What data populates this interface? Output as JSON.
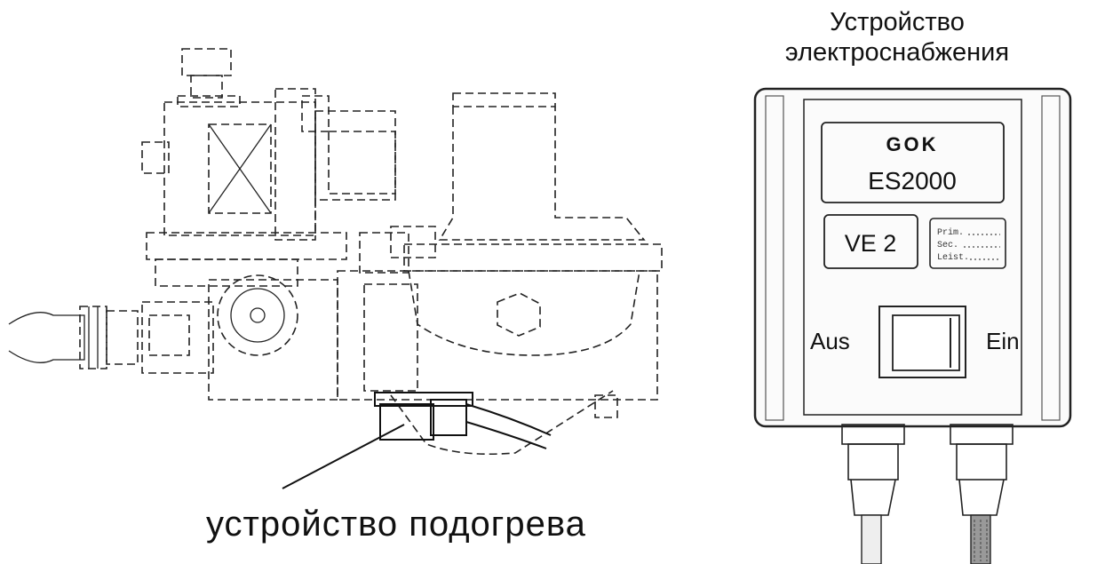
{
  "captions": {
    "heater": "устройство подогрева",
    "psu_line1": "Устройство",
    "psu_line2": "электроснабжения"
  },
  "power_unit": {
    "brand": "GOK",
    "model": "ES2000",
    "variant": "VE 2",
    "rating_labels": [
      "Prim.",
      "Sec.",
      "Leist."
    ],
    "switch_off_label": "Aus",
    "switch_on_label": "Ein"
  }
}
